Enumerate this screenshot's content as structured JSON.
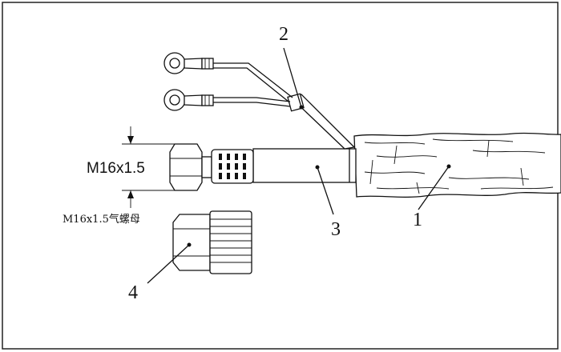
{
  "labels": {
    "part1": "1",
    "part2": "2",
    "part3": "3",
    "part4": "4"
  },
  "dimension": "M16x1.5",
  "nut_caption": "M16x1.5气螺母"
}
